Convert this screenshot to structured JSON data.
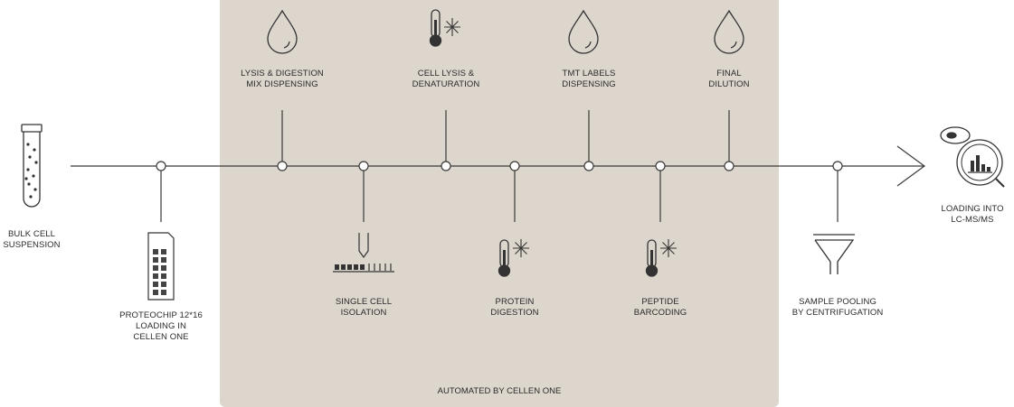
{
  "automation_band": {
    "label": "AUTOMATED BY CELLEN ONE"
  },
  "steps_above": [
    {
      "label": "LYSIS & DIGESTION\nMIX DISPENSING",
      "icon": "droplet-icon"
    },
    {
      "label": "CELL LYSIS &\nDENATURATION",
      "icon": "thermometer-snowflake-icon"
    },
    {
      "label": "TMT LABELS\nDISPENSING",
      "icon": "droplet-icon"
    },
    {
      "label": "FINAL\nDILUTION",
      "icon": "droplet-icon"
    }
  ],
  "steps_below": [
    {
      "label": "PROTEOCHIP 12*16\nLOADING IN\nCELLEN ONE",
      "icon": "proteochip-icon"
    },
    {
      "label": "SINGLE CELL\nISOLATION",
      "icon": "single-cell-dispenser-icon"
    },
    {
      "label": "PROTEIN\nDIGESTION",
      "icon": "thermometer-snowflake-icon"
    },
    {
      "label": "PEPTIDE\nBARCODING",
      "icon": "thermometer-snowflake-icon"
    },
    {
      "label": "SAMPLE POOLING\nBY CENTRIFUGATION",
      "icon": "funnel-icon"
    }
  ],
  "start": {
    "label": "BULK CELL\nSUSPENSION",
    "icon": "test-tube-icon"
  },
  "end": {
    "label": "LOADING INTO\nLC-MS/MS",
    "icon": "mass-spec-magnifier-icon"
  },
  "colors": {
    "line": "#3a3a3a",
    "band": "#dcd6cd",
    "node_fill": "#ffffff"
  }
}
